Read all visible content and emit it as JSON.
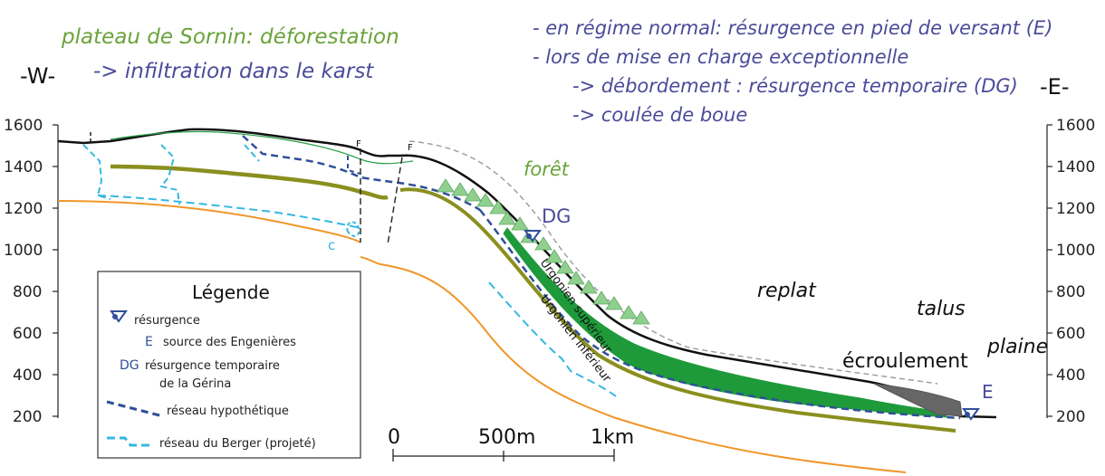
{
  "colors": {
    "green_text": "#6aa33a",
    "blue_text": "#4b4b9a",
    "orange_line": "#f0962a",
    "olive_line": "#8a8f1e",
    "bright_green": "#1e9a3a",
    "hypothetical_network": "#2f4f9a",
    "berger_network": "#35b8e0",
    "gray_scree": "#666666",
    "forest_triangles": "#8fd08f"
  },
  "orientation": {
    "west": "-W-",
    "east": "-E-"
  },
  "header_left": {
    "line1": "plateau de Sornin: déforestation",
    "line2": "-> infiltration dans le karst"
  },
  "header_right": {
    "line1": "- en régime normal: résurgence en pied de versant (E)",
    "line2": "- lors de mise en charge exceptionnelle",
    "line3": "-> débordement : résurgence temporaire (DG)",
    "line4": "-> coulée de boue"
  },
  "elevation_ticks": [
    "1600",
    "1400",
    "1200",
    "1000",
    "800",
    "600",
    "400",
    "200"
  ],
  "labels": {
    "foret": "forêt",
    "dg": "DG",
    "fault1": "F",
    "fault2": "F",
    "c": "c",
    "replat": "replat",
    "talus": "talus",
    "plaine": "plaine",
    "ecroulement": "écroulement",
    "e": "E",
    "urgonien_superieur": "Urgonien supérieur",
    "urgonien_inferieur": "Urgonien inférieur"
  },
  "legend": {
    "title": "Légende",
    "resurgence": "résurgence",
    "e_code": "E",
    "e_text": "source des Engenières",
    "dg_code": "DG",
    "dg_text_line1": "résurgence temporaire",
    "dg_text_line2": "de la Gérina",
    "hypothetique": "réseau hypothétique",
    "berger": "réseau du Berger (projeté)"
  },
  "scale_bar": {
    "zero": "0",
    "mid": "500m",
    "end": "1km"
  }
}
